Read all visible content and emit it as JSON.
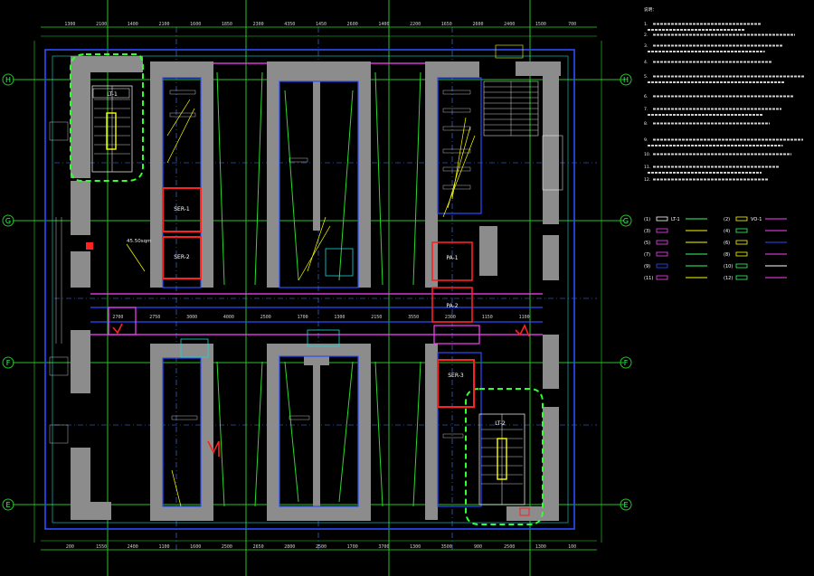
{
  "axis_labels": {
    "left": [
      "H",
      "G",
      "F",
      "E"
    ],
    "right": [
      "H",
      "G",
      "F",
      "E"
    ]
  },
  "rooms": {
    "lt1": "LT-1",
    "lt2": "LT-2",
    "ser1": "SER-1",
    "ser2": "SER-2",
    "ser3": "SER-3",
    "pa1": "PA-1",
    "pa2": "PA-2"
  },
  "area_label": "45.50sqm",
  "legend": {
    "items": [
      {
        "num": "(1)",
        "code": "LT-1"
      },
      {
        "num": "(2)",
        "code": "VO-1"
      },
      {
        "num": "(3)",
        "code": ""
      },
      {
        "num": "(4)",
        "code": ""
      },
      {
        "num": "(5)",
        "code": ""
      },
      {
        "num": "(6)",
        "code": ""
      },
      {
        "num": "(7)",
        "code": ""
      },
      {
        "num": "(8)",
        "code": ""
      },
      {
        "num": "(9)",
        "code": ""
      },
      {
        "num": "(10)",
        "code": ""
      },
      {
        "num": "(11)",
        "code": ""
      },
      {
        "num": "(12)",
        "code": ""
      }
    ]
  },
  "notes": {
    "header": "说明：",
    "numbers": [
      "1.",
      "2.",
      "3.",
      "4.",
      "5.",
      "6.",
      "7.",
      "8.",
      "9.",
      "10.",
      "11.",
      "12."
    ]
  },
  "dimensions": {
    "top": [
      "1300",
      "2100",
      "1400",
      "2100",
      "1600",
      "1850",
      "2300",
      "4350",
      "1450",
      "2600",
      "1400",
      "2200",
      "1650",
      "2600",
      "2400",
      "1500",
      "700"
    ],
    "bottom": [
      "200",
      "1550",
      "2400",
      "1100",
      "1600",
      "2500",
      "2650",
      "2800",
      "2500",
      "1700",
      "3700",
      "1300",
      "3500",
      "900",
      "2500",
      "1300",
      "100"
    ],
    "middle": [
      "2700",
      "2750",
      "3000",
      "4000",
      "2500",
      "1700",
      "1300",
      "2150",
      "3550",
      "2300",
      "1150",
      "1100"
    ]
  }
}
